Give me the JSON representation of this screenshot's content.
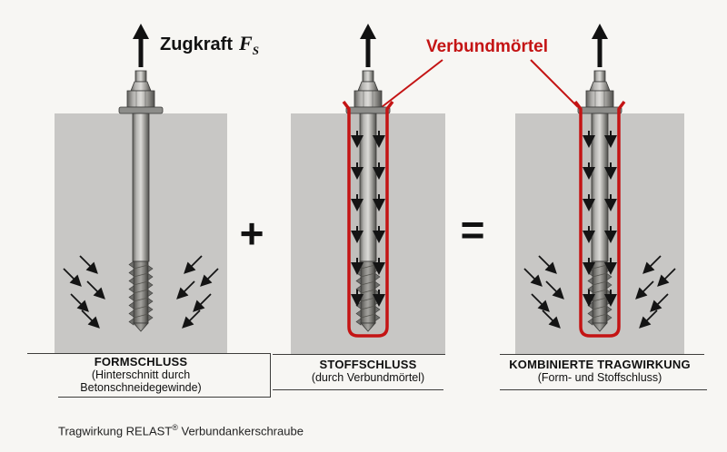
{
  "figure": {
    "zugkraft_label": "Zugkraft",
    "force_symbol": "F",
    "force_subscript": "S",
    "verbundmoertel_label": "Verbundmörtel",
    "plus": "+",
    "equals": "=",
    "caption_prefix": "Tragwirkung RELAST",
    "caption_registered": "®",
    "caption_suffix": " Verbundankerschraube"
  },
  "panels": [
    {
      "title": "FORMSCHLUSS",
      "subtitle1": "(Hinterschnitt durch",
      "subtitle2": "Betonschneidegewinde)"
    },
    {
      "title": "STOFFSCHLUSS",
      "subtitle1": "(durch Verbundmörtel)",
      "subtitle2": ""
    },
    {
      "title": "KOMBINIERTE TRAGWIRKUNG",
      "subtitle1": "(Form- und Stoffschluss)",
      "subtitle2": ""
    }
  ],
  "colors": {
    "accent_red": "#c41414",
    "concrete_gray": "#c8c7c5",
    "background": "#f7f6f3"
  }
}
